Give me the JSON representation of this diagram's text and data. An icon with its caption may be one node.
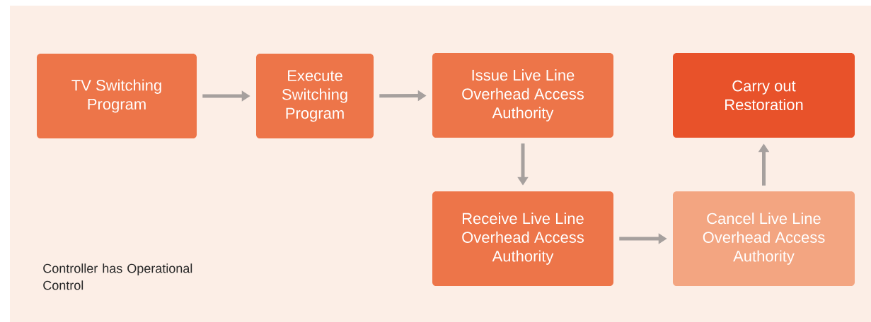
{
  "diagram": {
    "nodes": [
      {
        "text": [
          "TV Switching Program"
        ]
      },
      {
        "text": [
          "Execute Switching Program"
        ]
      },
      {
        "text": [
          "Issue Live Line Overhead Access Authority"
        ]
      },
      {
        "text": [
          "Carry out Restoration"
        ]
      },
      {
        "text": [
          "Receive Live Line Overhead Access Authority"
        ]
      },
      {
        "text": [
          "Cancel Live Line Overhead Access Authority"
        ]
      }
    ],
    "edges": [
      {
        "from": 0,
        "to": 1,
        "arrow": "to"
      },
      {
        "from": 1,
        "to": 2,
        "arrow": "to"
      },
      {
        "from": 2,
        "to": 4,
        "arrow": "to"
      },
      {
        "from": 4,
        "to": 5,
        "arrow": "to"
      },
      {
        "from": 5,
        "to": 3,
        "arrow": "to"
      }
    ],
    "labels": [
      "Controller has Operational Control"
    ]
  }
}
